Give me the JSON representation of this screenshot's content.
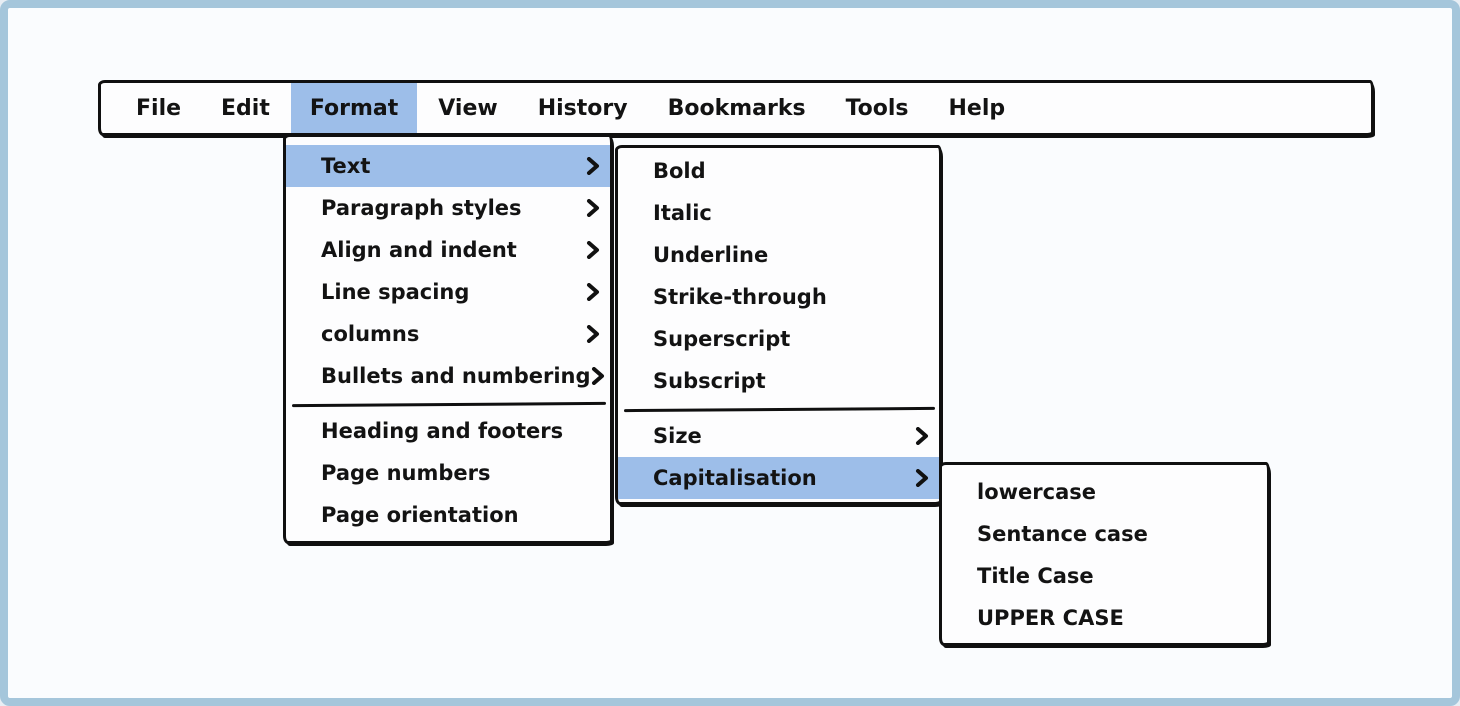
{
  "colors": {
    "highlight": "#9dbee9",
    "frame_border": "#a5c6db",
    "canvas_bg": "#fafcfe",
    "menu_bg": "#fdfdfe",
    "ink": "#131313"
  },
  "icons": {
    "submenu_arrow": "chevron-right"
  },
  "menubar": {
    "items": [
      {
        "label": "File"
      },
      {
        "label": "Edit"
      },
      {
        "label": "Format",
        "highlighted": true,
        "state": "open"
      },
      {
        "label": "View"
      },
      {
        "label": "History"
      },
      {
        "label": "Bookmarks"
      },
      {
        "label": "Tools"
      },
      {
        "label": "Help"
      }
    ]
  },
  "format_menu": {
    "items_top": [
      {
        "label": "Text",
        "has_submenu": true,
        "highlighted": true,
        "state": "open"
      },
      {
        "label": "Paragraph styles",
        "has_submenu": true
      },
      {
        "label": "Align and indent",
        "has_submenu": true
      },
      {
        "label": "Line spacing",
        "has_submenu": true
      },
      {
        "label": "columns",
        "has_submenu": true
      },
      {
        "label": "Bullets and numbering",
        "has_submenu": true
      }
    ],
    "items_bottom": [
      {
        "label": "Heading and footers"
      },
      {
        "label": "Page numbers"
      },
      {
        "label": "Page orientation"
      }
    ]
  },
  "text_menu": {
    "items_top": [
      {
        "label": "Bold"
      },
      {
        "label": "Italic"
      },
      {
        "label": "Underline"
      },
      {
        "label": "Strike-through"
      },
      {
        "label": "Superscript"
      },
      {
        "label": "Subscript"
      }
    ],
    "items_bottom": [
      {
        "label": "Size",
        "has_submenu": true
      },
      {
        "label": "Capitalisation",
        "has_submenu": true,
        "highlighted": true,
        "state": "open"
      }
    ]
  },
  "capitalisation_menu": {
    "items": [
      {
        "label": "lowercase"
      },
      {
        "label": "Sentance case"
      },
      {
        "label": "Title Case"
      },
      {
        "label": "UPPER CASE"
      }
    ]
  }
}
